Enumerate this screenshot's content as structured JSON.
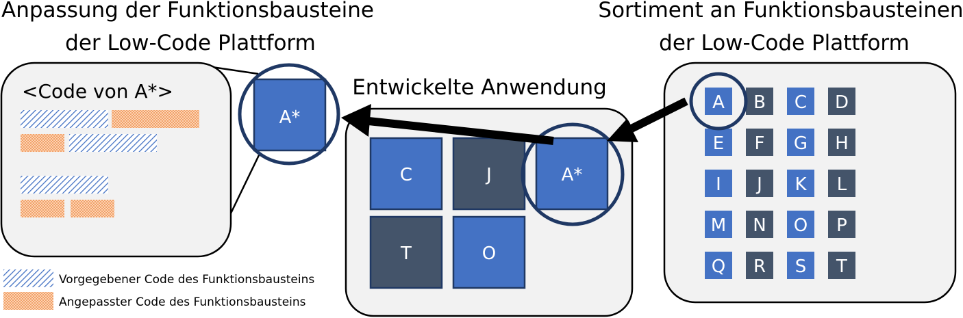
{
  "titles": {
    "left_line1": "Anpassung der Funktionsbausteine",
    "left_line2": "der Low-Code Plattform",
    "right_line1": "Sortiment an Funktionsbausteinen",
    "right_line2": "der Low-Code Plattform",
    "center": "Entwickelte Anwendung"
  },
  "code_panel": {
    "title": "<Code von A*>"
  },
  "zoom_block": {
    "label": "A*"
  },
  "application": {
    "blocks": [
      {
        "label": "C",
        "kind": "blue"
      },
      {
        "label": "J",
        "kind": "dark"
      },
      {
        "label": "A*",
        "kind": "blue"
      },
      {
        "label": "T",
        "kind": "dark"
      },
      {
        "label": "O",
        "kind": "blue"
      }
    ]
  },
  "assortment": {
    "blocks": [
      {
        "label": "A",
        "kind": "blue"
      },
      {
        "label": "B",
        "kind": "dark"
      },
      {
        "label": "C",
        "kind": "blue"
      },
      {
        "label": "D",
        "kind": "dark"
      },
      {
        "label": "E",
        "kind": "blue"
      },
      {
        "label": "F",
        "kind": "dark"
      },
      {
        "label": "G",
        "kind": "blue"
      },
      {
        "label": "H",
        "kind": "dark"
      },
      {
        "label": "I",
        "kind": "blue"
      },
      {
        "label": "J",
        "kind": "dark"
      },
      {
        "label": "K",
        "kind": "blue"
      },
      {
        "label": "L",
        "kind": "dark"
      },
      {
        "label": "M",
        "kind": "blue"
      },
      {
        "label": "N",
        "kind": "dark"
      },
      {
        "label": "O",
        "kind": "blue"
      },
      {
        "label": "P",
        "kind": "dark"
      },
      {
        "label": "Q",
        "kind": "blue"
      },
      {
        "label": "R",
        "kind": "dark"
      },
      {
        "label": "S",
        "kind": "blue"
      },
      {
        "label": "T",
        "kind": "dark"
      }
    ]
  },
  "legend": {
    "given_code": "Vorgegebener Code des Funktionsbausteins",
    "adapted_code": "Angepasster Code des Funktionsbausteins"
  },
  "colors": {
    "blue_block": "#4472c4",
    "dark_block": "#44546a",
    "panel_fill": "#f2f2f2",
    "circle_stroke": "#1f3864",
    "given_code_hatch": "#4472c4",
    "adapted_code_hatch": "#ed7d31"
  }
}
